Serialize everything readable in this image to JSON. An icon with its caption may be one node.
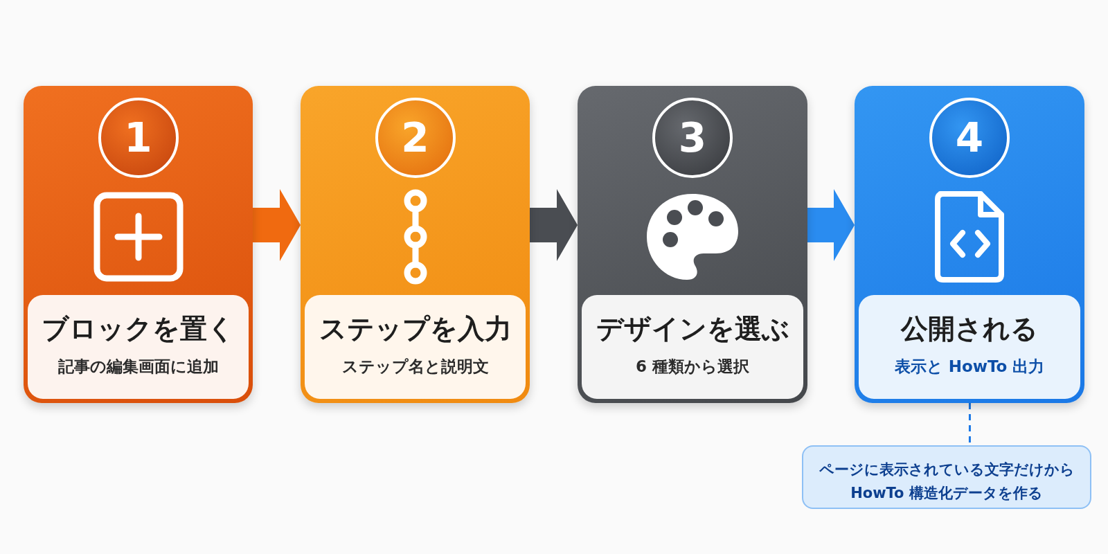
{
  "diagram": {
    "nodes": [
      {
        "text": [
          "1",
          "ブロックを置く",
          "記事の編集画面に追加"
        ]
      },
      {
        "text": [
          "2",
          "ステップを入力",
          "ステップ名と説明文"
        ]
      },
      {
        "text": [
          "3",
          "デザインを選ぶ",
          "6 種類から選択"
        ]
      },
      {
        "text": [
          "4",
          "公開される",
          "表示と HowTo 出力"
        ]
      },
      {
        "text": [
          "ページに表示されている文字だけからHowTo 構造化データを作る"
        ]
      }
    ],
    "edges": [
      {
        "from": 0,
        "to": 1,
        "arrow": "to",
        "color": "#f06a10"
      },
      {
        "from": 1,
        "to": 2,
        "arrow": "to",
        "color": "#4a4d52"
      },
      {
        "from": 2,
        "to": 3,
        "arrow": "to",
        "color": "#2a8cf0"
      },
      {
        "from": 3,
        "to": 4,
        "arrow": "none",
        "style": "dashed",
        "color": "#1a78e6"
      }
    ]
  }
}
